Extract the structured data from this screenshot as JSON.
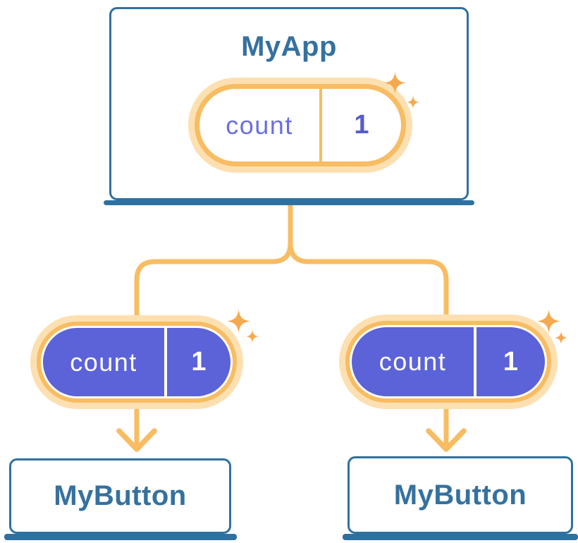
{
  "app": {
    "title": "MyApp",
    "state": {
      "name": "count",
      "value": "1"
    }
  },
  "children": [
    {
      "title": "MyButton",
      "state": {
        "name": "count",
        "value": "1"
      }
    },
    {
      "title": "MyButton",
      "state": {
        "name": "count",
        "value": "1"
      }
    }
  ],
  "palette": {
    "card_border_blue": "#2E71A0",
    "title_text_blue": "#35719F",
    "pill_ring_orange": "#F8BC62",
    "pill_glow_peach": "#FDE0B2",
    "sparkle_orange": "#F5A94F",
    "pill_fill_purple": "#5C62D8",
    "state_name_purple": "#6A6FE2",
    "state_value_purple": "#565CCB"
  }
}
